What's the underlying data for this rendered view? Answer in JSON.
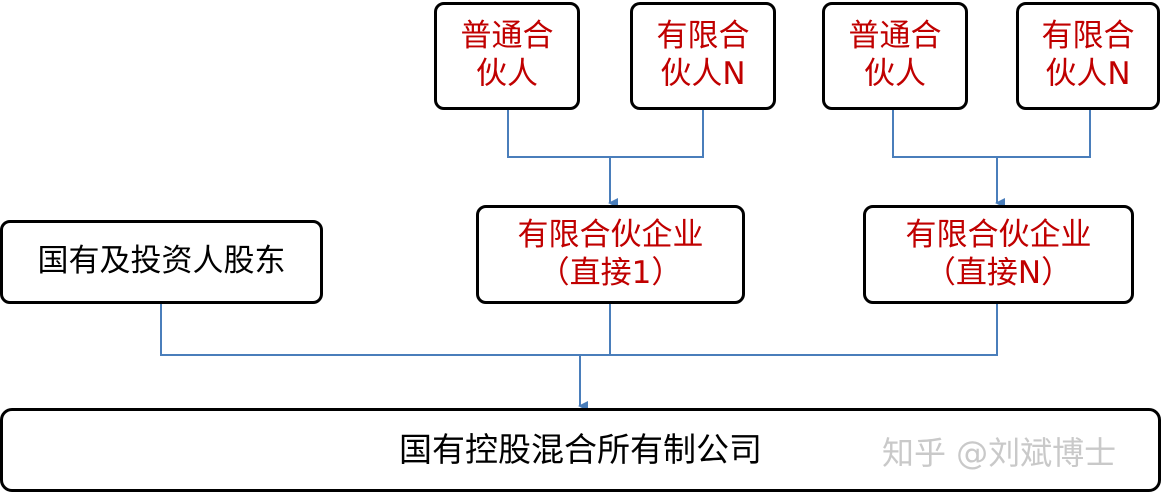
{
  "partner_groups": [
    {
      "general_partner": {
        "line1": "普通合",
        "line2": "伙人"
      },
      "limited_partner": {
        "line1": "有限合",
        "line2": "伙人N"
      },
      "enterprise": {
        "line1": "有限合伙企业",
        "line2": "（直接1）"
      }
    },
    {
      "general_partner": {
        "line1": "普通合",
        "line2": "伙人"
      },
      "limited_partner": {
        "line1": "有限合",
        "line2": "伙人N"
      },
      "enterprise": {
        "line1": "有限合伙企业",
        "line2": "（直接N）"
      }
    }
  ],
  "state_investor": "国有及投资人股东",
  "target_company": "国有控股混合所有制公司",
  "watermark": "知乎 @刘斌博士",
  "colors": {
    "partner_text": "#c00000",
    "connector": "#4a7ebb",
    "border": "#000000"
  }
}
